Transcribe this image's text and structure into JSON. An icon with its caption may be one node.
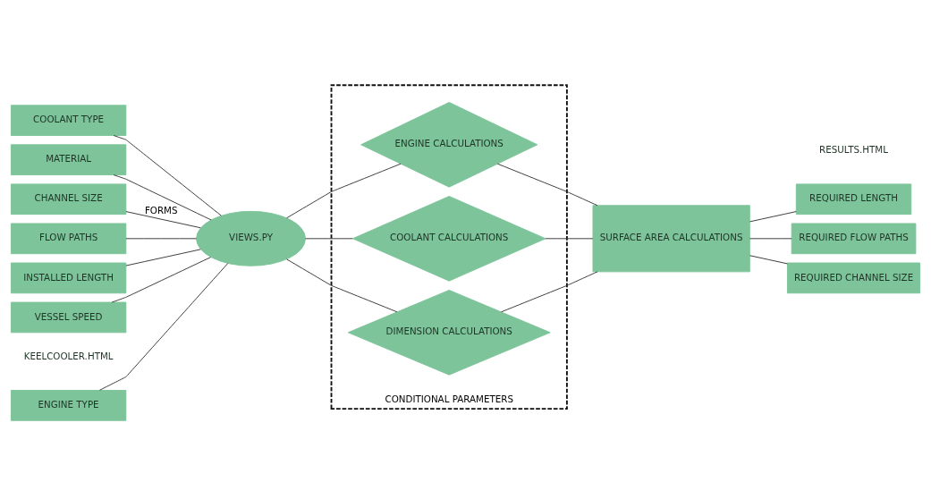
{
  "diagram": {
    "nodes": [
      {
        "text": [
          "ENGINE TYPE"
        ]
      },
      {
        "text": [
          "COOLANT TYPE"
        ]
      },
      {
        "text": [
          "MATERIAL"
        ]
      },
      {
        "text": [
          "CHANNEL SIZE"
        ]
      },
      {
        "text": [
          "FLOW PATHS"
        ]
      },
      {
        "text": [
          "INSTALLED LENGTH"
        ]
      },
      {
        "text": [
          "VESSEL SPEED"
        ]
      },
      {
        "text": [
          "VIEWS.PY"
        ]
      },
      {
        "text": [
          "CONDITIONAL PARAMETERS"
        ]
      },
      {
        "text": [
          "ENGINE CALCULATIONS"
        ],
        "in": 8
      },
      {
        "text": [
          "COOLANT CALCULATIONS"
        ],
        "in": 8
      },
      {
        "text": [
          "DIMENSION CALCULATIONS"
        ],
        "in": 8
      },
      {
        "text": [
          "SURFACE AREA CALCULATIONS"
        ]
      },
      {
        "text": [
          "REQUIRED LENGTH"
        ]
      },
      {
        "text": [
          "REQUIRED FLOW PATHS"
        ]
      },
      {
        "text": [
          "REQUIRED CHANNEL SIZE"
        ]
      }
    ],
    "edges": [
      {
        "from": 0,
        "to": 7,
        "arrow": "none"
      },
      {
        "from": 1,
        "to": 7,
        "arrow": "none"
      },
      {
        "from": 2,
        "to": 7,
        "arrow": "none"
      },
      {
        "from": 3,
        "to": 7,
        "arrow": "none",
        "label": "FORMS"
      },
      {
        "from": 4,
        "to": 7,
        "arrow": "none"
      },
      {
        "from": 5,
        "to": 7,
        "arrow": "none"
      },
      {
        "from": 6,
        "to": 7,
        "arrow": "none"
      },
      {
        "from": 7,
        "to": 9,
        "arrow": "none"
      },
      {
        "from": 7,
        "to": 10,
        "arrow": "none"
      },
      {
        "from": 7,
        "to": 11,
        "arrow": "none"
      },
      {
        "from": 9,
        "to": 12,
        "arrow": "none"
      },
      {
        "from": 10,
        "to": 12,
        "arrow": "none"
      },
      {
        "from": 11,
        "to": 12,
        "arrow": "none"
      },
      {
        "from": 12,
        "to": 13,
        "arrow": "none"
      },
      {
        "from": 12,
        "to": 14,
        "arrow": "none"
      },
      {
        "from": 12,
        "to": 15,
        "arrow": "none"
      }
    ],
    "labels": [
      "KEELCOOLER.HTML",
      "RESULTS.HTML"
    ]
  }
}
